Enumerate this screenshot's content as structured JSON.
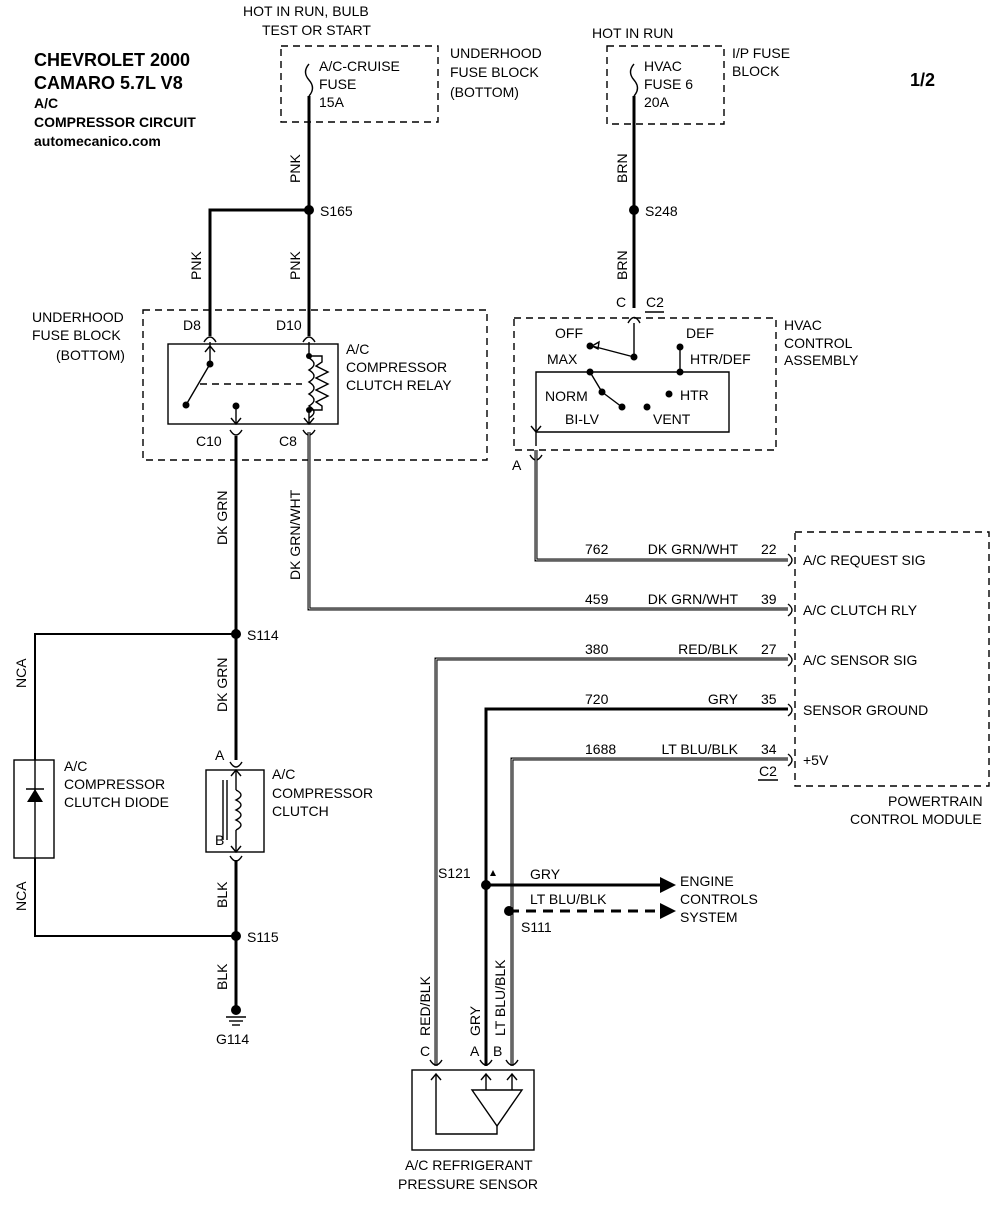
{
  "header": {
    "line1": "CHEVROLET 2000",
    "line2": "CAMARO  5.7L  V8",
    "line3": "A/C",
    "line4": "COMPRESSOR CIRCUIT",
    "line5": "automecanico.com",
    "page": "1/2"
  },
  "fuse1": {
    "hot_line1": "HOT IN RUN, BULB",
    "hot_line2": "TEST OR START",
    "name1": "A/C-CRUISE",
    "name2": "FUSE",
    "rating": "15A",
    "block1": "UNDERHOOD",
    "block2": "FUSE BLOCK",
    "block3": "(BOTTOM)"
  },
  "fuse2": {
    "hot_line": "HOT IN RUN",
    "name1": "HVAC",
    "name2": "FUSE 6",
    "rating": "20A",
    "block1": "I/P FUSE",
    "block2": "BLOCK"
  },
  "relay": {
    "block1": "UNDERHOOD",
    "block2": "FUSE BLOCK",
    "block3": "(BOTTOM)",
    "name1": "A/C",
    "name2": "COMPRESSOR",
    "name3": "CLUTCH RELAY",
    "pin_d8": "D8",
    "pin_d10": "D10",
    "pin_c10": "C10",
    "pin_c8": "C8"
  },
  "hvac": {
    "name1": "HVAC",
    "name2": "CONTROL",
    "name3": "ASSEMBLY",
    "pin_c": "C",
    "conn_c2": "C2",
    "pin_a": "A",
    "off": "OFF",
    "def": "DEF",
    "max": "MAX",
    "htr_def": "HTR/DEF",
    "norm": "NORM",
    "htr": "HTR",
    "bi_lv": "BI-LV",
    "vent": "VENT"
  },
  "splices": {
    "s165": "S165",
    "s248": "S248",
    "s114": "S114",
    "s115": "S115",
    "s121": "S121",
    "s111": "S111",
    "g114": "G114"
  },
  "wire_colors": {
    "pnk_a": "PNK",
    "pnk_b": "PNK",
    "pnk_c": "PNK",
    "brn_a": "BRN",
    "brn_b": "BRN",
    "dk_grn_a": "DK GRN",
    "dk_grn_b": "DK GRN",
    "dk_grn_wht": "DK GRN/WHT",
    "nca_a": "NCA",
    "nca_b": "NCA",
    "blk_a": "BLK",
    "blk_b": "BLK",
    "red_blk": "RED/BLK",
    "gry": "GRY",
    "lt_blu_blk": "LT BLU/BLK"
  },
  "pcm": {
    "name1": "POWERTRAIN",
    "name2": "CONTROL MODULE",
    "conn": "C2",
    "rows": [
      {
        "circuit": "762",
        "color": "DK GRN/WHT",
        "pin": "22",
        "signal": "A/C REQUEST SIG"
      },
      {
        "circuit": "459",
        "color": "DK GRN/WHT",
        "pin": "39",
        "signal": "A/C CLUTCH RLY"
      },
      {
        "circuit": "380",
        "color": "RED/BLK",
        "pin": "27",
        "signal": "A/C SENSOR SIG"
      },
      {
        "circuit": "720",
        "color": "GRY",
        "pin": "35",
        "signal": "SENSOR GROUND"
      },
      {
        "circuit": "1688",
        "color": "LT BLU/BLK",
        "pin": "34",
        "signal": "+5V"
      }
    ]
  },
  "diode": {
    "name1": "A/C",
    "name2": "COMPRESSOR",
    "name3": "CLUTCH DIODE"
  },
  "clutch": {
    "name1": "A/C",
    "name2": "COMPRESSOR",
    "name3": "CLUTCH",
    "pin_a": "A",
    "pin_b": "B"
  },
  "engine": {
    "gry": "GRY",
    "lt_blu_blk": "LT BLU/BLK",
    "name1": "ENGINE",
    "name2": "CONTROLS",
    "name3": "SYSTEM"
  },
  "sensor": {
    "wire_red_blk": "RED/BLK",
    "wire_gry": "GRY",
    "wire_lt_blu_blk": "LT BLU/BLK",
    "pin_c": "C",
    "pin_a": "A",
    "pin_b": "B",
    "name1": "A/C REFRIGERANT",
    "name2": "PRESSURE SENSOR"
  }
}
